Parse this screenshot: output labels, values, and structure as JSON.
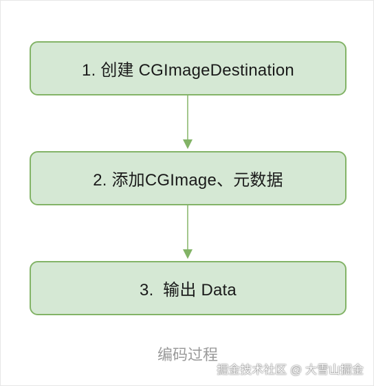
{
  "diagram": {
    "steps": [
      {
        "label": "1. 创建 CGImageDestination"
      },
      {
        "label": "2. 添加CGImage、元数据"
      },
      {
        "label": "3.  输出 Data"
      }
    ],
    "caption": "编码过程"
  },
  "watermark": "掘金技术社区 @ 大雪山掘金",
  "colors": {
    "box_fill": "#d5e8d4",
    "box_border": "#82b366",
    "arrow": "#82b366",
    "caption": "#9a9a9a"
  }
}
